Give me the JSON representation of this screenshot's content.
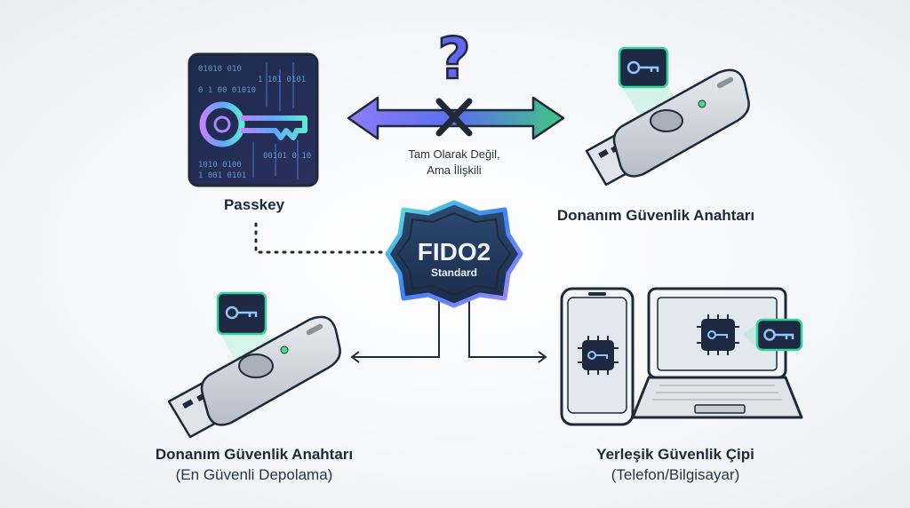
{
  "top_question": "?",
  "relation_label_line1": "Tam Olarak Değil,",
  "relation_label_line2": "Ama İlişkili",
  "passkey_label": "Passkey",
  "hw_key_top_label": "Donanım Güvenlik Anahtarı",
  "center": {
    "title": "FIDO2",
    "subtitle": "Standard"
  },
  "hw_key_bottom_label": "Donanım Güvenlik Anahtarı",
  "hw_key_bottom_sublabel": "(En Güvenli Depolama)",
  "chip_label": "Yerleşik Güvenlik Çipi",
  "chip_sublabel": "(Telefon/Bilgisayar)",
  "binary_text": [
    "01010 010",
    "1 101 0101",
    "0 1 00 01010",
    "00101 0 10",
    "1010 0100",
    "1 001 0101"
  ],
  "icons": [
    "binary-key-icon",
    "usb-security-key-icon",
    "key-badge-icon",
    "cross-icon",
    "smartphone-icon",
    "laptop-icon",
    "chip-icon"
  ],
  "colors": {
    "accent_blue": "#3b82f6",
    "accent_green": "#22c55e",
    "accent_purple": "#8b5cf6",
    "dark_navy": "#1e2a44"
  }
}
